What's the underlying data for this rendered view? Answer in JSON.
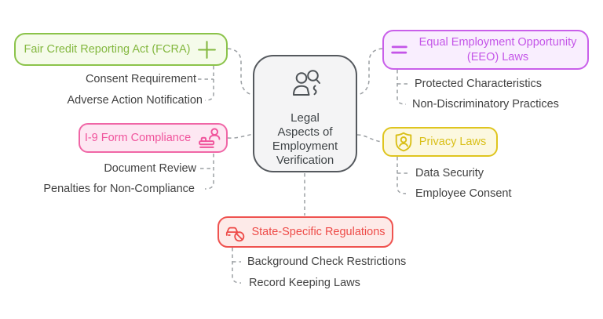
{
  "diagram": {
    "center_node": {
      "lines": [
        "Legal",
        "Aspects of",
        "Employment",
        "Verification"
      ],
      "icon": "user-search-icon",
      "border_color": "#55595E",
      "background": "#F4F4F5",
      "text_color": "#3F4447"
    },
    "branches": {
      "fcra": {
        "label": "Fair Credit Reporting Act (FCRA)",
        "icon": "plus-icon",
        "color": "#8BC34A",
        "background": "#F5FBEA",
        "children": [
          "Consent Requirement",
          "Adverse Action Notification"
        ]
      },
      "i9": {
        "label": "I-9 Form Compliance",
        "icon": "person-stamp-icon",
        "color": "#F0549C",
        "background": "#FDE7F2",
        "children": [
          "Document Review",
          "Penalties for Non-Compliance"
        ]
      },
      "eeo": {
        "label": "Equal Employment Opportunity (EEO) Laws",
        "icon": "equals-icon",
        "color": "#C455E8",
        "background": "#F9EEFE",
        "children": [
          "Protected Characteristics",
          "Non-Discriminatory Practices"
        ]
      },
      "privacy": {
        "label": "Privacy Laws",
        "icon": "shield-person-icon",
        "color": "#D9BF17",
        "background": "#FCF8E0",
        "children": [
          "Data Security",
          "Employee Consent"
        ]
      },
      "state": {
        "label": "State-Specific Regulations",
        "icon": "car-ban-icon",
        "color": "#EE4B48",
        "background": "#FDEAE8",
        "children": [
          "Background Check Restrictions",
          "Record Keeping Laws"
        ]
      }
    },
    "connector_color": "#9CA0A4",
    "child_text_color": "#424242"
  }
}
